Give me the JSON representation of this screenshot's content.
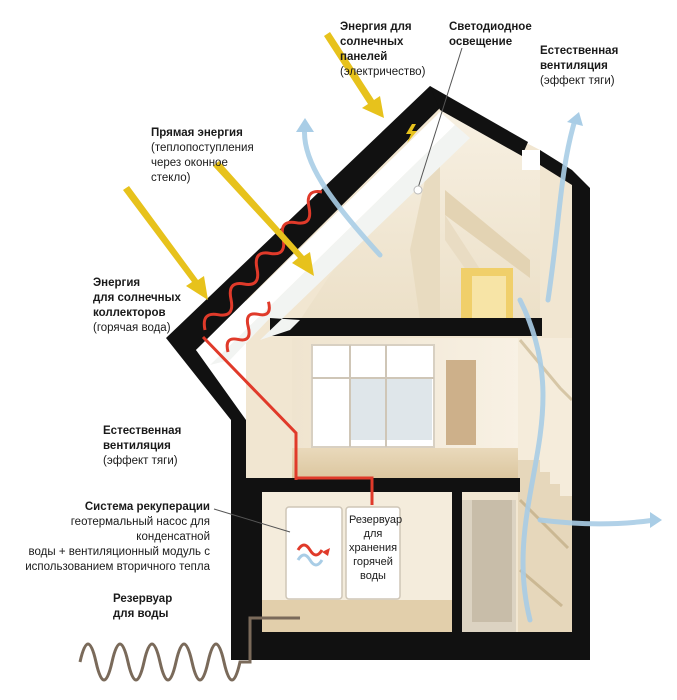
{
  "labels": {
    "solar_panels": {
      "title_line1": "Энергия для",
      "title_line2": "солнечных",
      "title_line3": "панелей",
      "sub": "(электричество)"
    },
    "led_lighting": {
      "line1": "Светодиодное",
      "line2": "освещение"
    },
    "natural_ventilation_top": {
      "title_line1": "Естественная",
      "title_line2": "вентиляция",
      "sub": "(эффект тяги)"
    },
    "direct_energy": {
      "title": "Прямая энергия",
      "sub_line1": "(теплопоступления",
      "sub_line2": "через оконное",
      "sub_line3": "стекло)"
    },
    "solar_collectors": {
      "title_line1": "Энергия",
      "title_line2": "для солнечных",
      "title_line3": "коллекторов",
      "sub": "(горячая вода)"
    },
    "natural_ventilation_mid": {
      "title_line1": "Естественная",
      "title_line2": "вентиляция",
      "sub": "(эффект тяги)"
    },
    "recuperation": {
      "title": "Система рекуперации",
      "sub_line1": "геотермальный насос для конденсатной",
      "sub_line2": "воды + вентиляционный модуль с",
      "sub_line3": "использованием вторичного тепла"
    },
    "water_tank": {
      "title_line1": "Резервуар",
      "title_line2": "для воды"
    },
    "hot_water_tank": {
      "line1": "Резервуар",
      "line2": "для",
      "line3": "хранения",
      "line4": "горячей",
      "line5": "воды"
    }
  },
  "colors": {
    "arrow_yellow": "#e7c21c",
    "pipe_red": "#e03a2a",
    "air_blue": "#a9cde6",
    "wall_dark": "#111111",
    "interior_cream": "#f3e9d6"
  }
}
